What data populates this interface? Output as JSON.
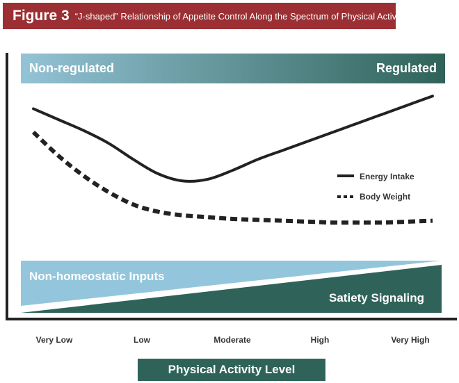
{
  "title": {
    "figure_label": "Figure 3",
    "subtitle": "“J-shaped” Relationship of Appetite Control Along the Spectrum of Physical Activity"
  },
  "top_band": {
    "left_label": "Non-regulated",
    "right_label": "Regulated",
    "color_start": "#93c3d6",
    "color_end": "#2f6359"
  },
  "bottom_bands": {
    "upper_label": "Non-homeostatic Inputs",
    "lower_label": "Satiety Signaling",
    "upper_color": "#93c6dc",
    "lower_color": "#2f6359"
  },
  "x_axis_label": "Physical Activity Level",
  "colors": {
    "line": "#222222",
    "axis": "#222222"
  },
  "chart_data": {
    "type": "line",
    "title": "“J-shaped” Relationship of Appetite Control Along the Spectrum of Physical Activity",
    "xlabel": "Physical Activity Level",
    "ylabel": "",
    "categories": [
      "Very Low",
      "Low",
      "Moderate",
      "High",
      "Very High"
    ],
    "x": [
      0,
      0.25,
      0.5,
      0.75,
      1.0,
      1.25,
      1.5,
      1.75,
      2.0,
      2.25,
      2.5,
      2.75,
      3.0,
      3.25,
      3.5,
      3.75,
      4.0
    ],
    "ylim": [
      0,
      100
    ],
    "legend_position": "right",
    "grid": false,
    "series": [
      {
        "name": "Energy Intake",
        "style": "solid",
        "values": [
          86,
          80,
          74,
          67,
          58,
          50,
          46,
          47,
          52,
          58,
          63,
          68,
          73,
          78,
          83,
          88,
          93
        ]
      },
      {
        "name": "Body Weight",
        "style": "dashed",
        "values": [
          73,
          60,
          49,
          40,
          33,
          29,
          27,
          26,
          25,
          24.5,
          24,
          23.5,
          23,
          23,
          23,
          23.5,
          24
        ]
      }
    ]
  }
}
